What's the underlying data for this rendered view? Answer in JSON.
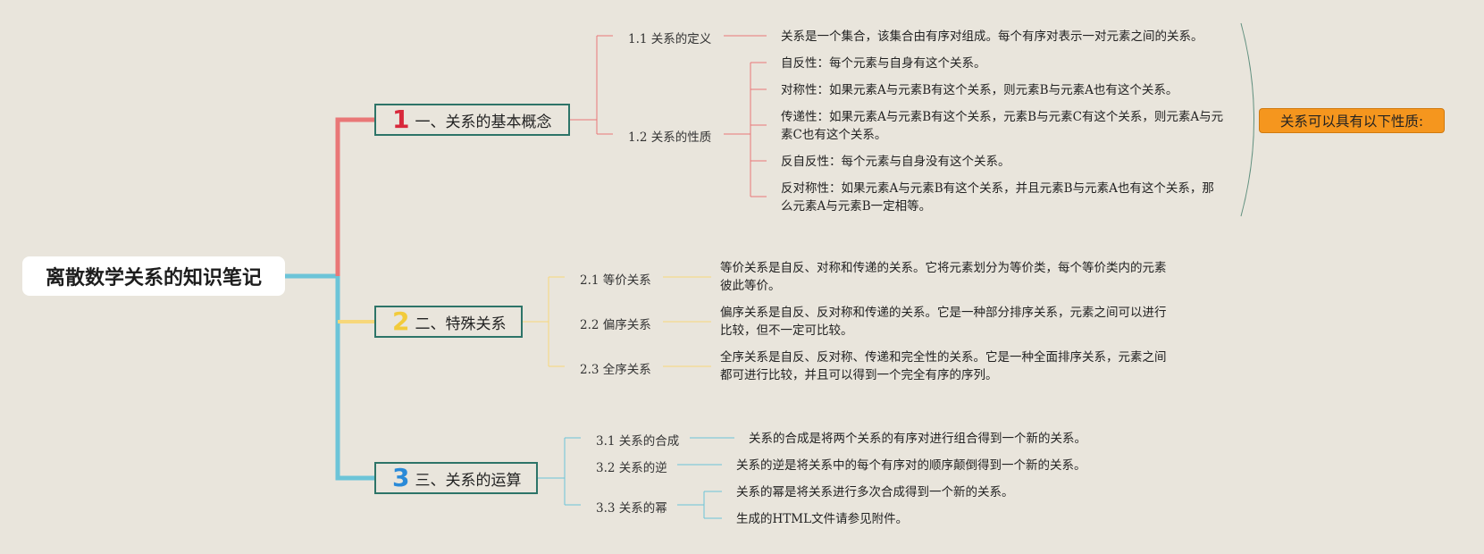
{
  "colors": {
    "red": "#e97777",
    "yellow": "#f7d77a",
    "blue": "#6cc4d8",
    "border": "#2d7468",
    "summary": "#f5961e",
    "bracket": "#5f8f7e"
  },
  "root": {
    "label": "离散数学关系的知识笔记"
  },
  "topics": [
    {
      "num": "1",
      "num_color": "#d8283b",
      "label": "一、关系的基本概念",
      "subs": [
        {
          "label": "1.1 关系的定义",
          "leaves": [
            "关系是一个集合，该集合由有序对组成。每个有序对表示一对元素之间的关系。"
          ]
        },
        {
          "label": "1.2 关系的性质",
          "leaves": [
            "自反性：每个元素与自身有这个关系。",
            "对称性：如果元素A与元素B有这个关系，则元素B与元素A也有这个关系。",
            "传递性：如果元素A与元素B有这个关系，元素B与元素C有这个关系，则元素A与元素C也有这个关系。",
            "反自反性：每个元素与自身没有这个关系。",
            "反对称性：如果元素A与元素B有这个关系，并且元素B与元素A也有这个关系，那么元素A与元素B一定相等。"
          ]
        }
      ]
    },
    {
      "num": "2",
      "num_color": "#f2cb3b",
      "label": "二、特殊关系",
      "subs": [
        {
          "label": "2.1 等价关系",
          "leaves": [
            "等价关系是自反、对称和传递的关系。它将元素划分为等价类，每个等价类内的元素彼此等价。"
          ]
        },
        {
          "label": "2.2 偏序关系",
          "leaves": [
            "偏序关系是自反、反对称和传递的关系。它是一种部分排序关系，元素之间可以进行比较，但不一定可比较。"
          ]
        },
        {
          "label": "2.3 全序关系",
          "leaves": [
            "全序关系是自反、反对称、传递和完全性的关系。它是一种全面排序关系，元素之间都可进行比较，并且可以得到一个完全有序的序列。"
          ]
        }
      ]
    },
    {
      "num": "3",
      "num_color": "#2a8ad8",
      "label": "三、关系的运算",
      "subs": [
        {
          "label": "3.1 关系的合成",
          "leaves": [
            "关系的合成是将两个关系的有序对进行组合得到一个新的关系。"
          ]
        },
        {
          "label": "3.2 关系的逆",
          "leaves": [
            "关系的逆是将关系中的每个有序对的顺序颠倒得到一个新的关系。"
          ]
        },
        {
          "label": "3.3 关系的幂",
          "leaves": [
            "关系的幂是将关系进行多次合成得到一个新的关系。",
            "生成的HTML文件请参见附件。"
          ]
        }
      ]
    }
  ],
  "summary": {
    "label": "关系可以具有以下性质:"
  }
}
